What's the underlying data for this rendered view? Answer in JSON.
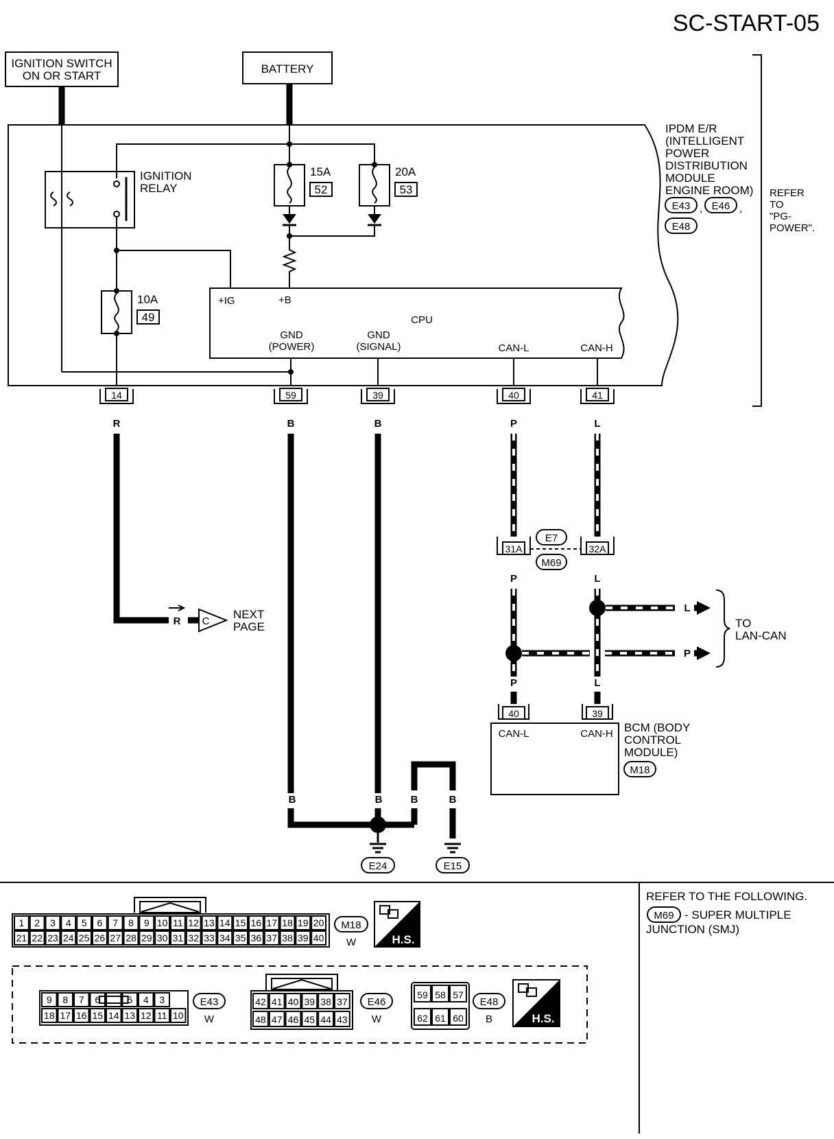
{
  "page_id": "SC-START-05",
  "sources": {
    "ignition_switch": [
      "IGNITION SWITCH",
      "ON OR START"
    ],
    "battery": "BATTERY"
  },
  "ipdm": {
    "lines": [
      "IPDM E/R",
      "(INTELLIGENT",
      "POWER",
      "DISTRIBUTION",
      "MODULE",
      "ENGINE ROOM)"
    ],
    "connectors": [
      "E43",
      "E46",
      "E48"
    ],
    "refer": [
      "REFER",
      "TO",
      "\"PG-",
      "POWER\"."
    ]
  },
  "relay": [
    "IGNITION",
    "RELAY"
  ],
  "fuses": [
    {
      "amp": "15A",
      "num": "52"
    },
    {
      "amp": "20A",
      "num": "53"
    },
    {
      "amp": "10A",
      "num": "49"
    }
  ],
  "cpu": {
    "label": "CPU",
    "ig": "+IG",
    "b": "+B",
    "gnd_power": [
      "GND",
      "(POWER)"
    ],
    "gnd_signal": [
      "GND",
      "(SIGNAL)"
    ],
    "can_l": "CAN-L",
    "can_h": "CAN-H"
  },
  "ipdm_pins": [
    "14",
    "59",
    "39",
    "40",
    "41"
  ],
  "wire_colors": {
    "r": "R",
    "b": "B",
    "p": "P",
    "l": "L"
  },
  "next_page": {
    "letter": "C",
    "lines": [
      "NEXT",
      "PAGE"
    ]
  },
  "junction": {
    "pin_a": "31A",
    "pin_b": "32A",
    "conn_top": "E7",
    "conn_bottom": "M69"
  },
  "lan_can": [
    "TO",
    "LAN-CAN"
  ],
  "bcm": {
    "pin_l": "40",
    "pin_h": "39",
    "can_l": "CAN-L",
    "can_h": "CAN-H",
    "lines": [
      "BCM (BODY",
      "CONTROL",
      "MODULE)"
    ],
    "connector": "M18"
  },
  "grounds": [
    "E24",
    "E15"
  ],
  "connector_views": {
    "m18": {
      "id": "M18",
      "color": "W",
      "row1": [
        "1",
        "2",
        "3",
        "4",
        "5",
        "6",
        "7",
        "8",
        "9",
        "10",
        "11",
        "12",
        "13",
        "14",
        "15",
        "16",
        "17",
        "18",
        "19",
        "20"
      ],
      "row2": [
        "21",
        "22",
        "23",
        "24",
        "25",
        "26",
        "27",
        "28",
        "29",
        "30",
        "31",
        "32",
        "33",
        "34",
        "35",
        "36",
        "37",
        "38",
        "39",
        "40"
      ]
    },
    "e43": {
      "id": "E43",
      "color": "W",
      "row1": [
        "9",
        "8",
        "7",
        "6",
        "",
        "5",
        "4",
        "3"
      ],
      "row2": [
        "18",
        "17",
        "16",
        "15",
        "14",
        "13",
        "12",
        "11",
        "10"
      ]
    },
    "e46": {
      "id": "E46",
      "color": "W",
      "row1": [
        "42",
        "41",
        "40",
        "39",
        "38",
        "37"
      ],
      "row2": [
        "48",
        "47",
        "46",
        "45",
        "44",
        "43"
      ]
    },
    "e48": {
      "id": "E48",
      "color": "B",
      "row1": [
        "59",
        "58",
        "57"
      ],
      "row2": [
        "62",
        "61",
        "60"
      ]
    },
    "hs_label": "H.S."
  },
  "refer_following": {
    "title": "REFER TO THE FOLLOWING.",
    "connector": "M69",
    "text_1": "- SUPER MULTIPLE",
    "text_2": "JUNCTION (SMJ)"
  }
}
